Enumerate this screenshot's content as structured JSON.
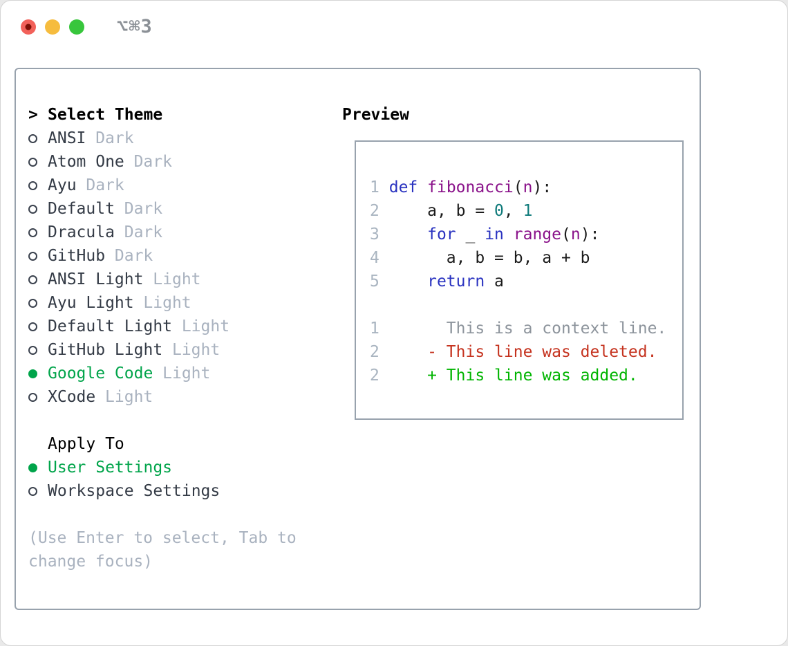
{
  "window": {
    "title": "⌥⌘3"
  },
  "theme_panel": {
    "header": {
      "marker": ">",
      "label": "Select Theme"
    },
    "items": [
      {
        "name": "ANSI",
        "tag": "Dark",
        "selected": false
      },
      {
        "name": "Atom One",
        "tag": "Dark",
        "selected": false
      },
      {
        "name": "Ayu",
        "tag": "Dark",
        "selected": false
      },
      {
        "name": "Default",
        "tag": "Dark",
        "selected": false
      },
      {
        "name": "Dracula",
        "tag": "Dark",
        "selected": false
      },
      {
        "name": "GitHub",
        "tag": "Dark",
        "selected": false
      },
      {
        "name": "ANSI Light",
        "tag": "Light",
        "selected": false
      },
      {
        "name": "Ayu Light",
        "tag": "Light",
        "selected": false
      },
      {
        "name": "Default Light",
        "tag": "Light",
        "selected": false
      },
      {
        "name": "GitHub Light",
        "tag": "Light",
        "selected": false
      },
      {
        "name": "Google Code",
        "tag": "Light",
        "selected": true
      },
      {
        "name": "XCode",
        "tag": "Light",
        "selected": false
      }
    ],
    "apply_to": {
      "label": "Apply To",
      "options": [
        {
          "name": "User Settings",
          "selected": true
        },
        {
          "name": "Workspace Settings",
          "selected": false
        }
      ]
    },
    "help_text": "(Use Enter to select, Tab to change focus)"
  },
  "preview_panel": {
    "header": "Preview",
    "lines": [
      {
        "tokens": [
          [
            "ln",
            "1"
          ],
          [
            "pl",
            " "
          ],
          [
            "kw",
            "def"
          ],
          [
            "pl",
            " "
          ],
          [
            "fn",
            "fibonacci"
          ],
          [
            "pl",
            "("
          ],
          [
            "fn",
            "n"
          ],
          [
            "pl",
            "):"
          ]
        ]
      },
      {
        "tokens": [
          [
            "ln",
            "2"
          ],
          [
            "pl",
            "     a, b = "
          ],
          [
            "num",
            "0"
          ],
          [
            "pl",
            ", "
          ],
          [
            "num",
            "1"
          ]
        ]
      },
      {
        "tokens": [
          [
            "ln",
            "3"
          ],
          [
            "pl",
            "     "
          ],
          [
            "kw",
            "for"
          ],
          [
            "pl",
            " _ "
          ],
          [
            "kw",
            "in"
          ],
          [
            "pl",
            " "
          ],
          [
            "fn",
            "range"
          ],
          [
            "pl",
            "("
          ],
          [
            "fn",
            "n"
          ],
          [
            "pl",
            "):"
          ]
        ]
      },
      {
        "tokens": [
          [
            "ln",
            "4"
          ],
          [
            "pl",
            "       a, b = b, a + b"
          ]
        ]
      },
      {
        "tokens": [
          [
            "ln",
            "5"
          ],
          [
            "pl",
            "     "
          ],
          [
            "kw",
            "return"
          ],
          [
            "pl",
            " a"
          ]
        ]
      },
      {
        "tokens": []
      },
      {
        "tokens": [
          [
            "ln",
            "1"
          ],
          [
            "ctx",
            "       This is a context line."
          ]
        ]
      },
      {
        "tokens": [
          [
            "ln",
            "2"
          ],
          [
            "del",
            "     - This line was deleted."
          ]
        ]
      },
      {
        "tokens": [
          [
            "ln",
            "2"
          ],
          [
            "add",
            "     + This line was added."
          ]
        ]
      }
    ]
  },
  "colors": {
    "selection_green": "#00a44a",
    "added_green": "#00b400",
    "deleted_red": "#c5331f",
    "keyword_blue": "#2a33c0",
    "function_purple": "#8a128a",
    "number_teal": "#0e7a7a",
    "context_gray": "#8d949c",
    "line_number_gray": "#a9b4c0",
    "tag_gray": "#a9b2bf",
    "item_text": "#343b46",
    "box_border": "#98a2ad",
    "traffic_red": "#f2615a",
    "traffic_red_dot": "#7e1006",
    "traffic_yellow": "#f6bc3e",
    "traffic_green": "#38c63c",
    "title_gray": "#8b9096"
  }
}
